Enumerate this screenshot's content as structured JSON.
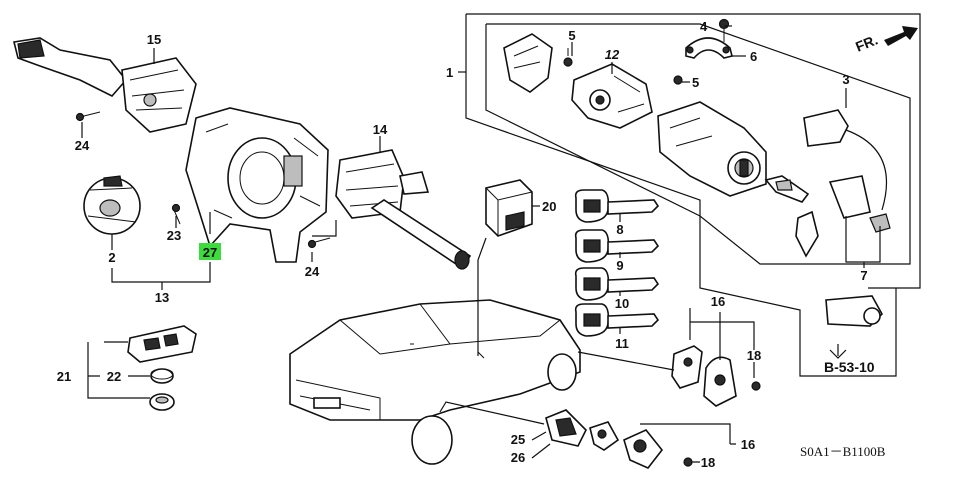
{
  "diagram": {
    "callouts": [
      {
        "id": "c15",
        "text": "15"
      },
      {
        "id": "c24a",
        "text": "24"
      },
      {
        "id": "c2",
        "text": "2"
      },
      {
        "id": "c23",
        "text": "23"
      },
      {
        "id": "c27",
        "text": "27",
        "highlight": "#3ddc3d"
      },
      {
        "id": "c13",
        "text": "13"
      },
      {
        "id": "c14",
        "text": "14"
      },
      {
        "id": "c24b",
        "text": "24"
      },
      {
        "id": "c20",
        "text": "20"
      },
      {
        "id": "c1",
        "text": "1"
      },
      {
        "id": "c5a",
        "text": "5"
      },
      {
        "id": "c12",
        "text": "12"
      },
      {
        "id": "c4",
        "text": "4"
      },
      {
        "id": "c6",
        "text": "6"
      },
      {
        "id": "c5b",
        "text": "5"
      },
      {
        "id": "c3",
        "text": "3"
      },
      {
        "id": "c8",
        "text": "8"
      },
      {
        "id": "c9",
        "text": "9"
      },
      {
        "id": "c10",
        "text": "10"
      },
      {
        "id": "c11",
        "text": "11"
      },
      {
        "id": "c7",
        "text": "7"
      },
      {
        "id": "c16a",
        "text": "16"
      },
      {
        "id": "c18a",
        "text": "18"
      },
      {
        "id": "c21",
        "text": "21"
      },
      {
        "id": "c22",
        "text": "22"
      },
      {
        "id": "c25",
        "text": "25"
      },
      {
        "id": "c26",
        "text": "26"
      },
      {
        "id": "c16b",
        "text": "16"
      },
      {
        "id": "c18b",
        "text": "18"
      }
    ],
    "front_arrow_label": "FR.",
    "reference_label": "B-53-10",
    "diagram_code": "S0A1－B1100B"
  }
}
